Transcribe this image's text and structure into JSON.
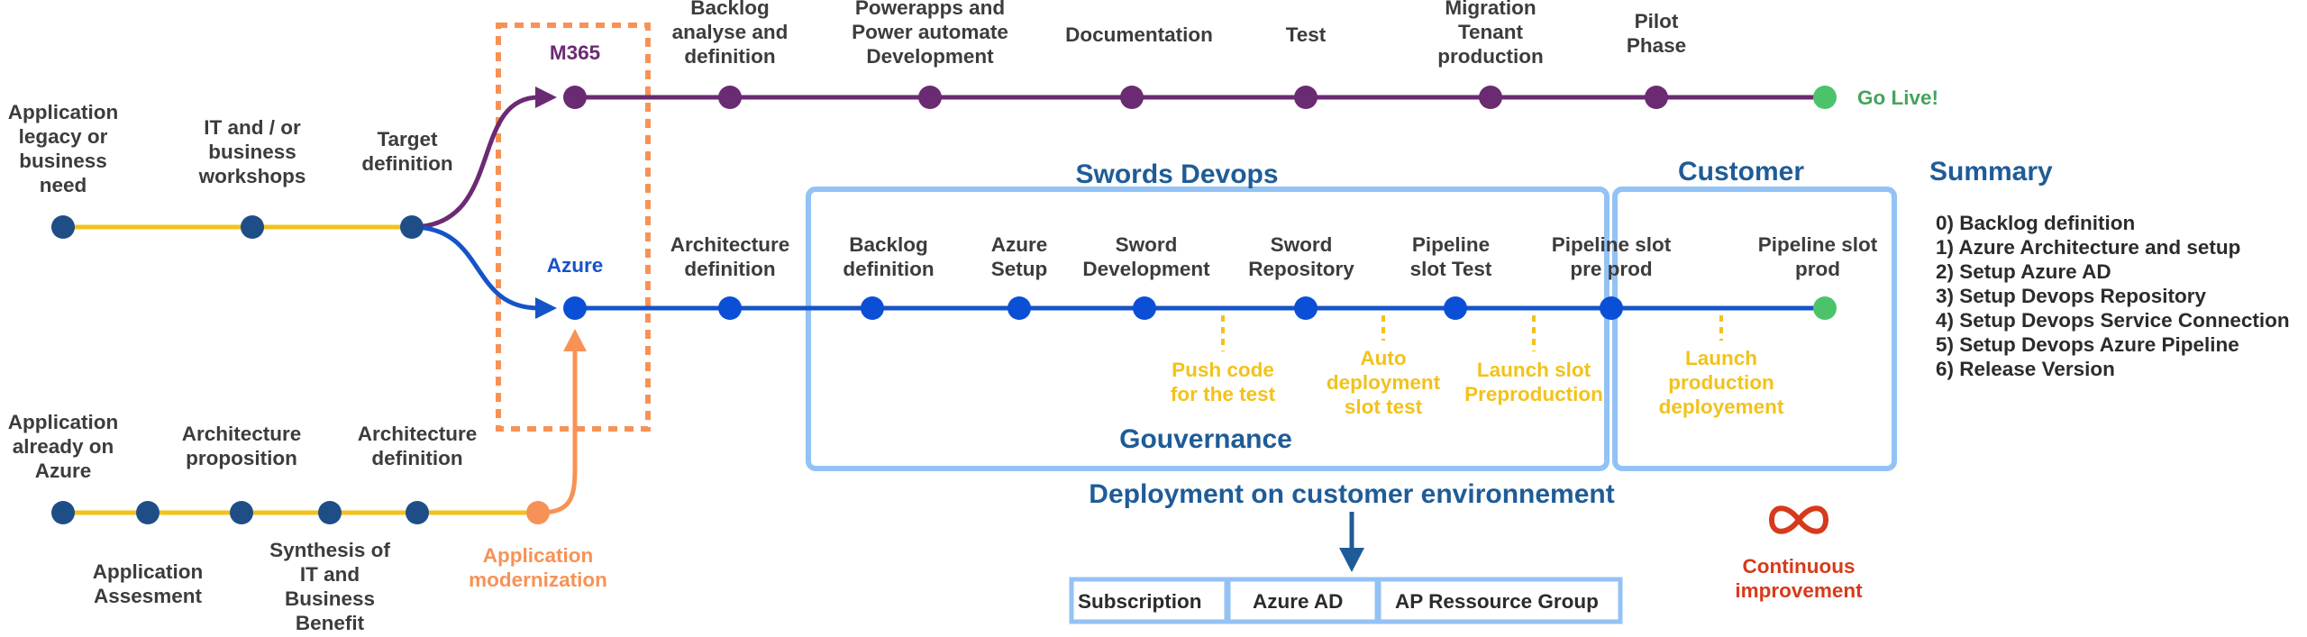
{
  "tracks": {
    "legacy": {
      "labels": [
        [
          "Application",
          "legacy or",
          "business",
          "need"
        ],
        [
          "IT and / or",
          "business",
          "workshops"
        ],
        [
          "Target",
          "definition"
        ]
      ]
    },
    "already_azure": {
      "top_labels": [
        [
          "Application",
          "already on",
          "Azure"
        ],
        [
          "Architecture",
          "proposition"
        ],
        [
          "Architecture",
          "definition"
        ]
      ],
      "bottom_labels": [
        [
          "Application",
          "Assesment"
        ],
        [
          "Synthesis of",
          "IT and",
          "Business",
          "Benefit"
        ]
      ],
      "modernization": [
        "Application",
        "modernization"
      ]
    },
    "m365": {
      "title": "M365",
      "labels": [
        [
          "Backlog",
          "analyse and",
          "definition"
        ],
        [
          "Powerapps and",
          "Power automate",
          "Development"
        ],
        [
          "Documentation"
        ],
        [
          "Test"
        ],
        [
          "Migration",
          "Tenant",
          "production"
        ],
        [
          "Pilot",
          "Phase"
        ]
      ],
      "go_live": "Go Live!"
    },
    "azure": {
      "title": "Azure",
      "labels": [
        [
          "Architecture",
          "definition"
        ],
        [
          "Backlog",
          "definition"
        ],
        [
          "Azure",
          "Setup"
        ],
        [
          "Sword",
          "Development"
        ],
        [
          "Sword",
          "Repository"
        ],
        [
          "Pipeline",
          "slot Test"
        ],
        [
          "Pipeline slot",
          "pre prod"
        ],
        [
          "Pipeline slot",
          "prod"
        ]
      ],
      "yellow_notes": [
        [
          "Push code",
          "for the test"
        ],
        [
          "Auto",
          "deployment",
          "slot test"
        ],
        [
          "Launch slot",
          "Preproduction"
        ],
        [
          "Launch",
          "production",
          "deployement"
        ]
      ]
    }
  },
  "groups": {
    "swords_devops": "Swords Devops",
    "customer": "Customer",
    "gouvernance": "Gouvernance"
  },
  "deployment": {
    "title": "Deployment on customer environnement",
    "boxes": [
      "Subscription",
      "Azure AD",
      "AP Ressource Group"
    ]
  },
  "continuous": {
    "label": [
      "Continuous",
      "improvement"
    ],
    "icon": "infinity-icon"
  },
  "summary": {
    "title": "Summary",
    "items": [
      "0) Backlog definition",
      "1) Azure Architecture and setup",
      "2) Setup Azure AD",
      "3) Setup Devops Repository",
      "4) Setup Devops Service Connection",
      "5) Setup Devops Azure Pipeline",
      "6) Release Version"
    ]
  },
  "colors": {
    "yellow": "#f2c21b",
    "purple": "#6a2b72",
    "blue_line": "#1553c8",
    "dot_navy": "#1f4e87",
    "dot_blue": "#0b4fd6",
    "green": "#4cc36a",
    "orange": "#f79256",
    "box_blue": "#93c2f5",
    "red": "#d63a1b"
  }
}
